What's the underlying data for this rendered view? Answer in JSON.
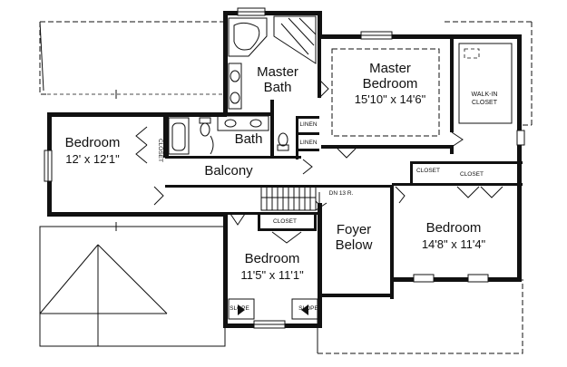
{
  "rooms": {
    "master_bath": {
      "line1": "Master",
      "line2": "Bath"
    },
    "master_bedroom": {
      "line1": "Master",
      "line2": "Bedroom",
      "dims": "15'10\" x 14'6\""
    },
    "bedroom_west": {
      "name": "Bedroom",
      "dims": "12' x 12'1\""
    },
    "bath": {
      "name": "Bath"
    },
    "balcony": {
      "name": "Balcony"
    },
    "bedroom_south": {
      "name": "Bedroom",
      "dims": "11'5\" x 11'1\""
    },
    "foyer": {
      "line1": "Foyer",
      "line2": "Below"
    },
    "bedroom_east": {
      "name": "Bedroom",
      "dims": "14'8\" x 11'4\""
    }
  },
  "labels": {
    "walk_in_closet_1": "WALK-IN",
    "walk_in_closet_2": "CLOSET",
    "linen": "LINEN",
    "closet": "CLOSET",
    "stairs_down": "DN 13 R.",
    "slope": "SLOPE"
  }
}
